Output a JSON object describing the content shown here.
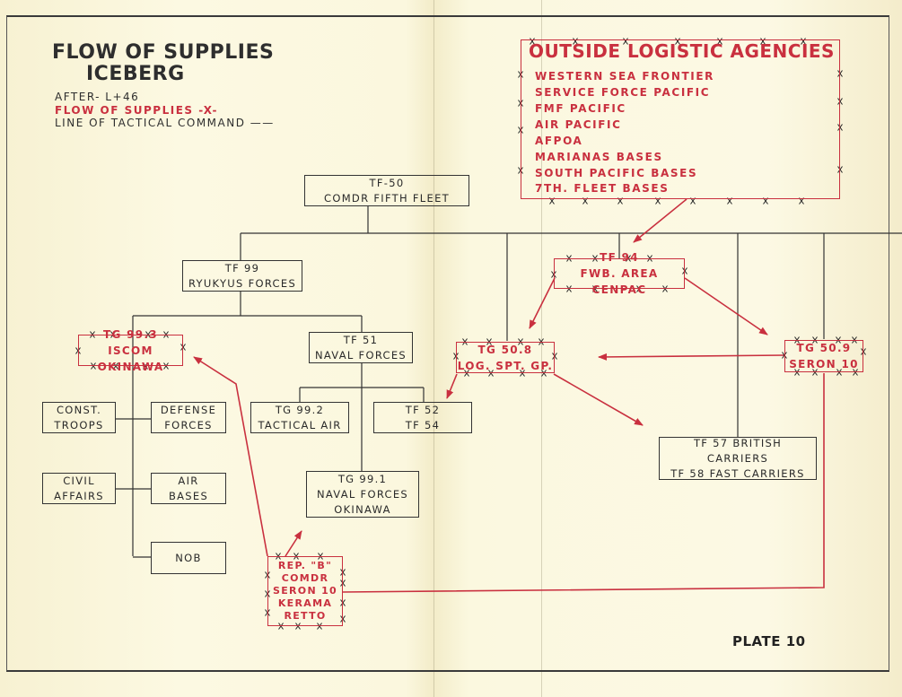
{
  "title": {
    "line1": "FLOW OF SUPPLIES",
    "line2": "ICEBERG"
  },
  "legend": {
    "after": "AFTER- L+46",
    "flow_of_supplies": "FLOW OF SUPPLIES -X-",
    "line_of_tactical_command": "LINE OF TACTICAL COMMAND ——"
  },
  "outside_agencies": {
    "title": "OUTSIDE LOGISTIC AGENCIES",
    "items": [
      "WESTERN SEA FRONTIER",
      "SERVICE FORCE PACIFIC",
      "FMF PACIFIC",
      "AIR PACIFIC",
      "AFPOA",
      "MARIANAS BASES",
      "SOUTH PACIFIC BASES",
      "7TH. FLEET BASES"
    ]
  },
  "nodes": {
    "tf50": {
      "line1": "TF-50",
      "line2": "COMDR FIFTH FLEET"
    },
    "tf99": {
      "line1": "TF 99",
      "line2": "RYUKYUS FORCES"
    },
    "tf94": {
      "line1": "TF 94",
      "line2": "FWB. AREA CENPAC"
    },
    "tg993": {
      "line1": "TG 99.3",
      "line2": "ISCOM OKINAWA"
    },
    "tf51": {
      "line1": "TF 51",
      "line2": "NAVAL FORCES"
    },
    "tg508": {
      "line1": "TG 50.8",
      "line2": "LOG. SPT. GP."
    },
    "tg509": {
      "line1": "TG 50.9",
      "line2": "SERON 10"
    },
    "const_troops": {
      "line1": "CONST.",
      "line2": "TROOPS"
    },
    "defense_forces": {
      "line1": "DEFENSE",
      "line2": "FORCES"
    },
    "tg992": {
      "line1": "TG 99.2",
      "line2": "TACTICAL AIR"
    },
    "tf52_54": {
      "line1": "TF 52",
      "line2": "TF 54"
    },
    "tf57_58": {
      "line1": "TF 57 BRITISH",
      "line2": "CARRIERS",
      "line3": "TF 58 FAST CARRIERS"
    },
    "civil_affairs": {
      "line1": "CIVIL",
      "line2": "AFFAIRS"
    },
    "air_bases": {
      "line1": "AIR",
      "line2": "BASES"
    },
    "tg991": {
      "line1": "TG 99.1",
      "line2": "NAVAL FORCES",
      "line3": "OKINAWA"
    },
    "nob": {
      "line1": "NOB"
    },
    "rep_b": {
      "line1": "REP. \"B\"",
      "line2": "COMDR",
      "line3": "SERON 10",
      "line4": "KERAMA",
      "line5": "RETTO"
    }
  },
  "plate": "PLATE 10",
  "colors": {
    "paper": "#fbf7dc",
    "ink": "#2e2e2e",
    "supply_red": "#c9303f"
  }
}
